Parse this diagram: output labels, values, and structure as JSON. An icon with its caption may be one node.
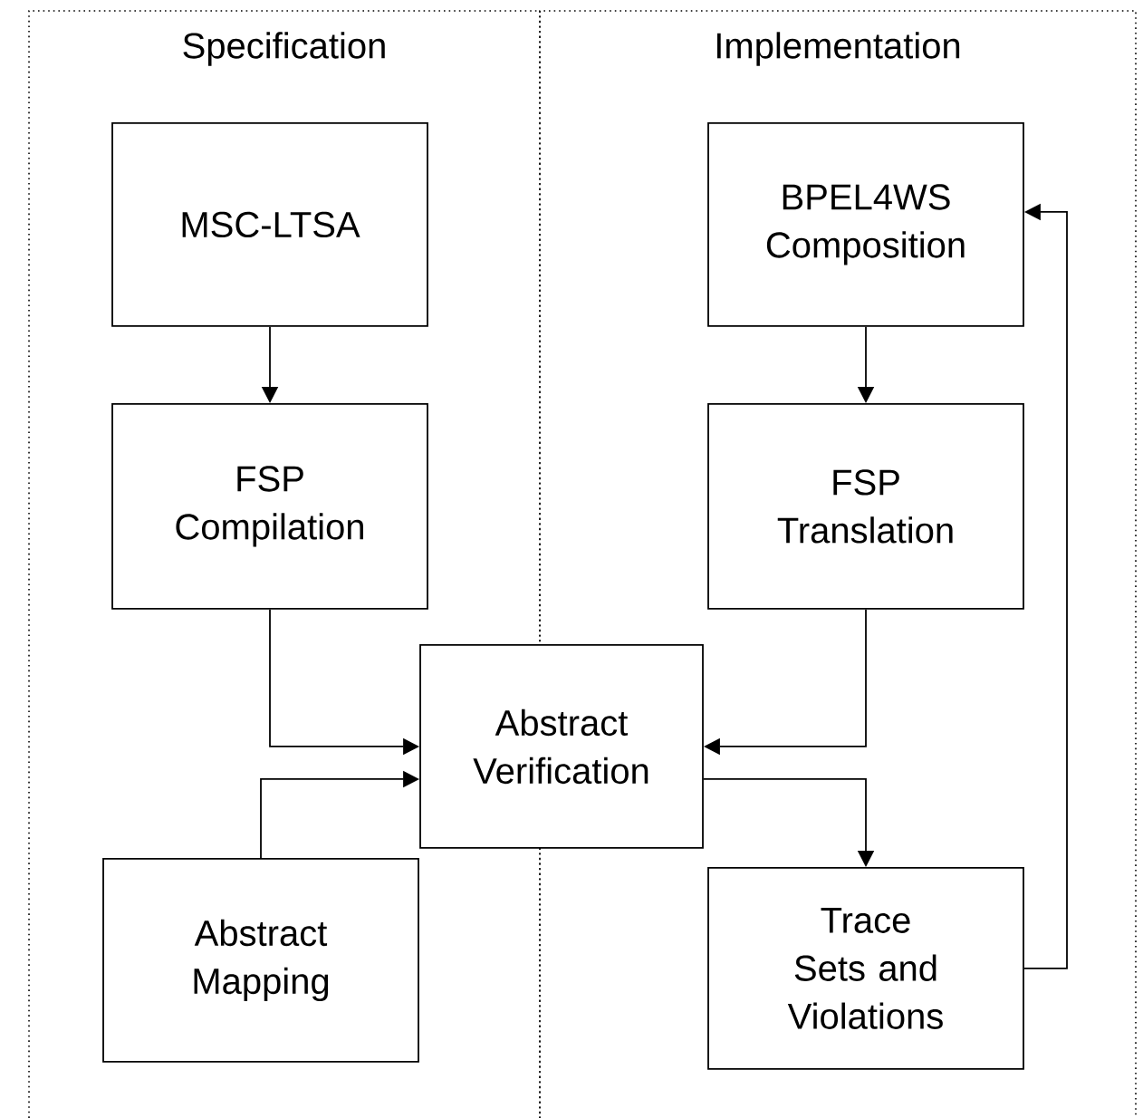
{
  "diagram": {
    "nodes": [
      {
        "text": [
          "Specification"
        ]
      },
      {
        "text": [
          "Implementation"
        ]
      },
      {
        "text": [
          "MSC-LTSA"
        ],
        "in": 0
      },
      {
        "text": [
          "FSP Compilation"
        ],
        "in": 0
      },
      {
        "text": [
          "Abstract Mapping"
        ],
        "in": 0
      },
      {
        "text": [
          "Abstract Verification"
        ]
      },
      {
        "text": [
          "BPEL4WS Composition"
        ],
        "in": 1
      },
      {
        "text": [
          "FSP Translation"
        ],
        "in": 1
      },
      {
        "text": [
          "Trace Sets and Violations"
        ],
        "in": 1
      }
    ],
    "edges": [
      {
        "from": 2,
        "to": 3,
        "arrow": "to"
      },
      {
        "from": 3,
        "to": 5,
        "arrow": "to"
      },
      {
        "from": 4,
        "to": 5,
        "arrow": "to"
      },
      {
        "from": 6,
        "to": 7,
        "arrow": "to"
      },
      {
        "from": 7,
        "to": 5,
        "arrow": "to"
      },
      {
        "from": 5,
        "to": 8,
        "arrow": "to"
      },
      {
        "from": 8,
        "to": 6,
        "arrow": "to"
      }
    ]
  }
}
